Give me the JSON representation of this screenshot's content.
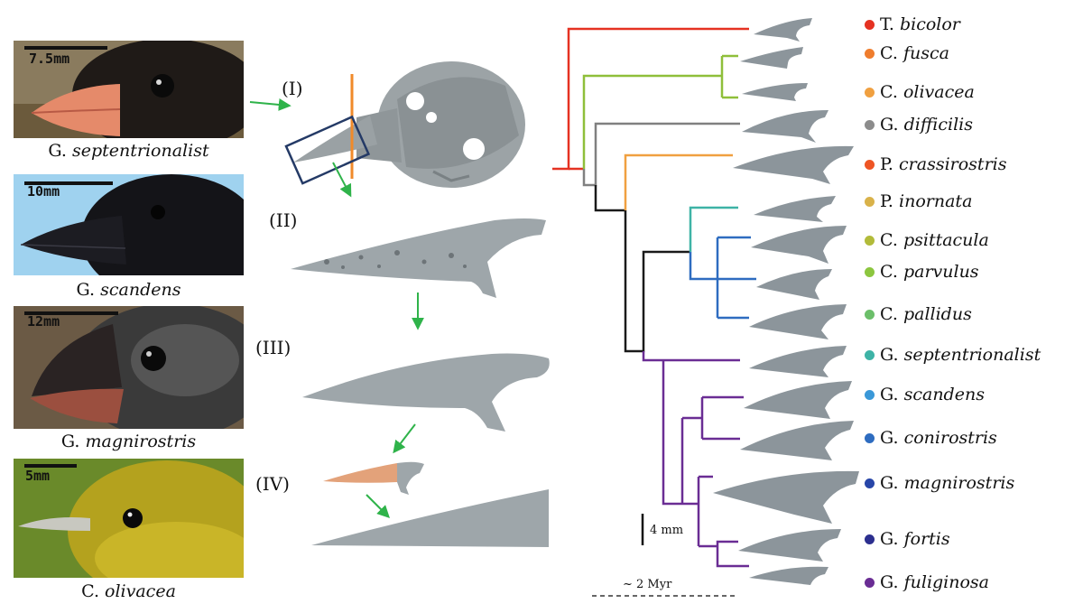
{
  "photos": [
    {
      "scale": "7.5mm",
      "genus": "G.",
      "species": "septentrionalist",
      "colors": {
        "bg": "#8a7b5e",
        "head": "#1f1a17",
        "beak": "#e58a6a"
      }
    },
    {
      "scale": "10mm",
      "genus": "G.",
      "species": "scandens",
      "colors": {
        "bg": "#9fd2ef",
        "head": "#141418",
        "beak": "#1c1c22"
      }
    },
    {
      "scale": "12mm",
      "genus": "G.",
      "species": "magnirostris",
      "colors": {
        "bg": "#6b5a45",
        "head": "#3a3a3a",
        "beak": "#9b4f3f"
      }
    },
    {
      "scale": "5mm",
      "genus": "C.",
      "species": "olivacea",
      "colors": {
        "bg": "#6a8a2a",
        "head": "#b4a21e",
        "beak": "#c8c8c0"
      }
    }
  ],
  "steps": [
    "(I)",
    "(II)",
    "(III)",
    "(IV)"
  ],
  "legend": [
    {
      "genus": "T.",
      "species": "bicolor",
      "color": "#e53222"
    },
    {
      "genus": "C.",
      "species": "fusca",
      "color": "#ef7d2d"
    },
    {
      "genus": "C.",
      "species": "olivacea",
      "color": "#f0a040"
    },
    {
      "genus": "G.",
      "species": "difficilis",
      "color": "#8c8c8c"
    },
    {
      "genus": "P.",
      "species": "crassirostris",
      "color": "#ee5524"
    },
    {
      "genus": "P.",
      "species": "inornata",
      "color": "#d9b24a"
    },
    {
      "genus": "C.",
      "species": "psittacula",
      "color": "#b2bb3a"
    },
    {
      "genus": "C.",
      "species": "parvulus",
      "color": "#8cc63f"
    },
    {
      "genus": "C.",
      "species": "pallidus",
      "color": "#6cbf6a"
    },
    {
      "genus": "G.",
      "species": "septentrionalist",
      "color": "#3eb3a6"
    },
    {
      "genus": "G.",
      "species": "scandens",
      "color": "#3a98d8"
    },
    {
      "genus": "G.",
      "species": "conirostris",
      "color": "#2e6cc0"
    },
    {
      "genus": "G.",
      "species": "magnirostris",
      "color": "#2846a8"
    },
    {
      "genus": "G.",
      "species": "fortis",
      "color": "#2c2f8f"
    },
    {
      "genus": "G.",
      "species": "fuliginosa",
      "color": "#6a2d94"
    }
  ],
  "scalebar_label": "4 mm",
  "time_label": "~ 2 Myr",
  "colors": {
    "red": "#e53222",
    "green": "#8fbf3a",
    "orange": "#f0a040",
    "gray": "#808080",
    "black": "#1a1a1a",
    "teal": "#3eb3a6",
    "blue": "#2e6cc0",
    "purple": "#6a2d94",
    "arrow": "#2fb34a",
    "beak_gray": "#8c959b"
  }
}
